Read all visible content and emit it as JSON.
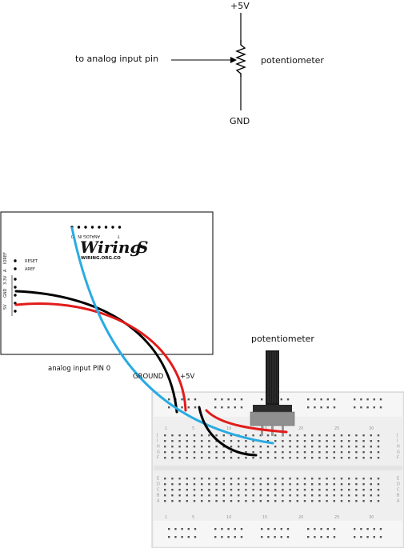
{
  "schematic": {
    "label_top": "+5V",
    "label_bottom": "GND",
    "label_input": "to analog input pin",
    "label_part": "potentiometer"
  },
  "board": {
    "logo_text": "Wiring",
    "logo_mark": "S",
    "logo_url": "WIRING.ORG.CO",
    "analog_label": "ANALOG IN",
    "pin_first": "0",
    "pin_last": "7",
    "pins_left": [
      "RESET",
      "AREF",
      "3.3V",
      "GND",
      "5V"
    ],
    "pins_left_short": [
      "IOREF",
      "A"
    ]
  },
  "wiring": {
    "label_analog": "analog input PIN 0",
    "label_ground": "GROUND",
    "label_5v": "+5V",
    "label_pot": "potentiometer",
    "wire_colors": {
      "signal": "#29abe2",
      "ground": "#000000",
      "power": "#e21b1b"
    }
  },
  "breadboard": {
    "row_letters_top": [
      "J",
      "I",
      "H",
      "G",
      "F"
    ],
    "row_letters_bottom": [
      "E",
      "D",
      "C",
      "B",
      "A"
    ],
    "column_numbers": [
      "1",
      "5",
      "10",
      "15",
      "20",
      "25",
      "30"
    ]
  }
}
